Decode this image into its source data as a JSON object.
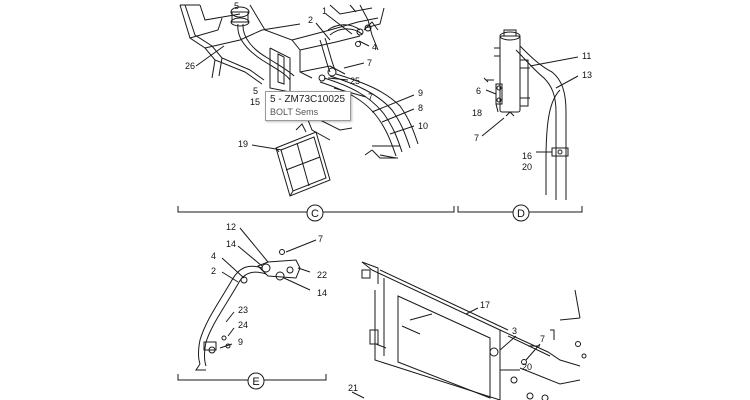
{
  "colors": {
    "line": "#1a1a1a",
    "tooltip_border": "#9a9a9a",
    "tooltip_text": "#222222"
  },
  "views": {
    "c": "C",
    "d": "D",
    "e": "E"
  },
  "callouts": {
    "c": [
      "1",
      "2",
      "4",
      "5",
      "7",
      "25",
      "7",
      "9",
      "8",
      "10",
      "5",
      "15",
      "26",
      "19"
    ],
    "d": [
      "11",
      "13",
      "6",
      "18",
      "7",
      "16",
      "20"
    ],
    "e": [
      "12",
      "7",
      "14",
      "4",
      "2",
      "22",
      "14",
      "23",
      "24",
      "9",
      "20"
    ],
    "f": [
      "17",
      "3",
      "7",
      "21"
    ]
  },
  "tooltip": {
    "code": "5 - ZM73C10025",
    "description": "BOLT Sems"
  }
}
